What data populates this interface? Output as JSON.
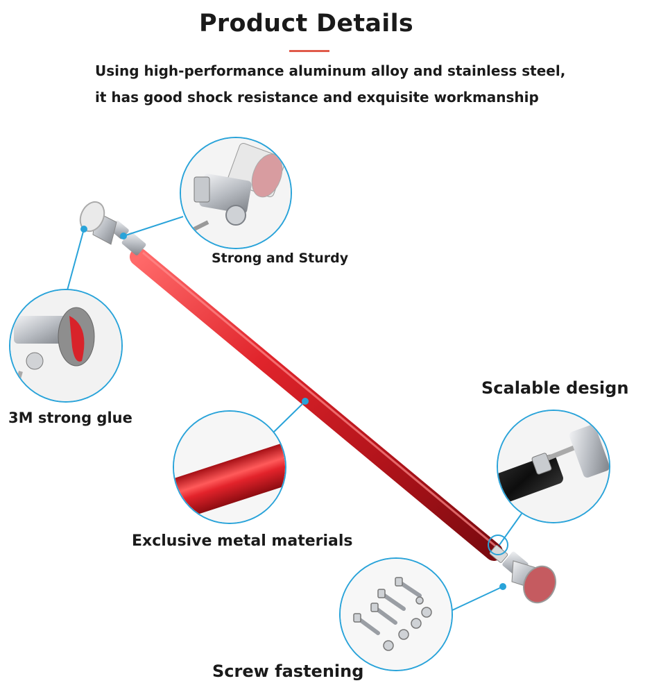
{
  "header": {
    "title": "Product Details",
    "description_line1": "Using high-performance aluminum alloy and stainless steel,",
    "description_line2": "it has good shock resistance and exquisite workmanship"
  },
  "features": [
    {
      "label": "Strong and Sturdy"
    },
    {
      "label": "3M strong glue"
    },
    {
      "label": "Scalable design"
    },
    {
      "label": "Exclusive metal materials"
    },
    {
      "label": "Screw fastening"
    }
  ],
  "colors": {
    "accent_underline": "#e05a4a",
    "rod_red": "#c8161d",
    "callout_blue": "#29a3d9",
    "steel": "#b8bcc2"
  }
}
